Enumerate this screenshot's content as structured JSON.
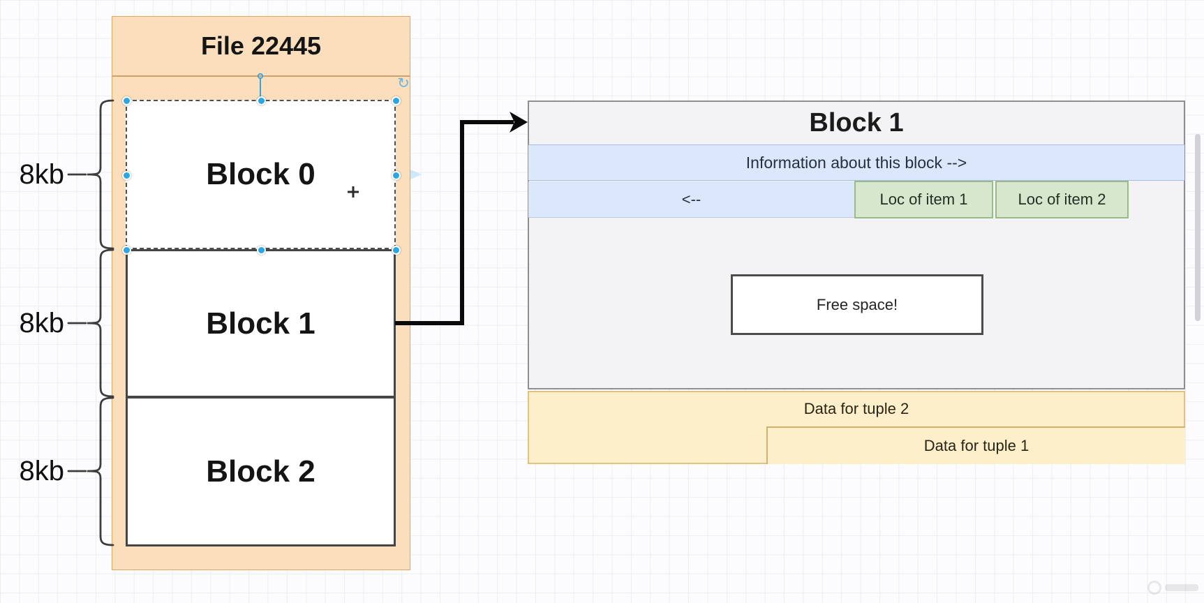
{
  "app": {
    "type": "diagram-editor-canvas"
  },
  "colors": {
    "file_fill": "#fbdfbc",
    "file_border": "#dfa763",
    "block_fill": "#ffffff",
    "block_border": "#454545",
    "detail_fill": "#f3f3f6",
    "detail_border": "#8d8d92",
    "info_fill": "#dbe7fb",
    "loc_fill": "#d6e7ce",
    "tuple_fill": "#fcefca",
    "selection_handle": "#2aa7e0",
    "arrow": "#0a0a0a"
  },
  "file_panel": {
    "title": "File 22445",
    "size_labels": [
      "8kb",
      "8kb",
      "8kb"
    ],
    "blocks": [
      {
        "label": "Block 0",
        "selected": true
      },
      {
        "label": "Block 1",
        "selected": false
      },
      {
        "label": "Block 2",
        "selected": false
      }
    ]
  },
  "block_detail": {
    "title": "Block 1",
    "info_row": "Information about this block -->",
    "pointer_cell": "<--",
    "item_locations": [
      "Loc of item 1",
      "Loc of item 2"
    ],
    "free_space": "Free space!",
    "tuples": [
      "Data for tuple 2",
      "Data for tuple 1"
    ]
  }
}
